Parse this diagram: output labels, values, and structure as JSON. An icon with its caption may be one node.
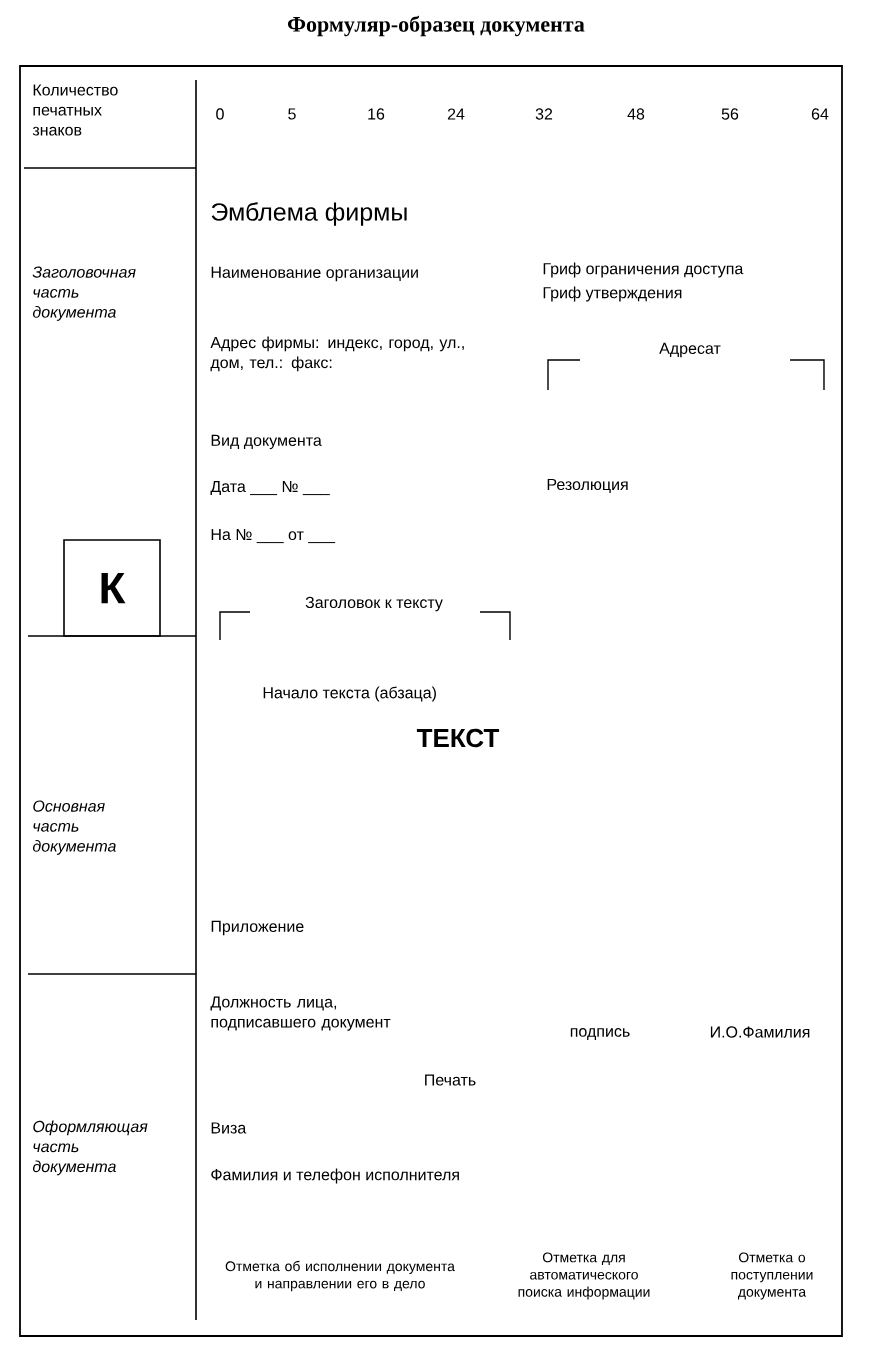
{
  "diagram": {
    "title": "Формуляр-образец документа",
    "nodes": [
      {
        "text": [
          "К"
        ]
      }
    ],
    "labels": [
      "Количество печатных знаков",
      "0",
      "5",
      "16",
      "24",
      "32",
      "48",
      "56",
      "64",
      "Эмблема фирмы",
      "Заголовочная часть документа",
      "Наименование организации",
      "Гриф ограничения доступа",
      "Гриф утверждения",
      "Адрес фирмы: индекс, город, ул., дом, тел.: факс:",
      "Адресат",
      "Вид документа",
      "Дата ___ № ___",
      "Резолюция",
      "На № ___ от ___",
      "Заголовок к тексту",
      "Начало текста (абзаца)",
      "ТЕКСТ",
      "Основная часть документа",
      "Приложение",
      "Должность лица, подписавшего документ",
      "подпись",
      "И.О.Фамилия",
      "Печать",
      "Оформляющая часть документа",
      "Виза",
      "Фамилия и телефон исполнителя",
      "Отметка об исполнении документа и направлении его в дело",
      "Отметка для автоматического поиска информации",
      "Отметка о поступлении документа"
    ]
  }
}
